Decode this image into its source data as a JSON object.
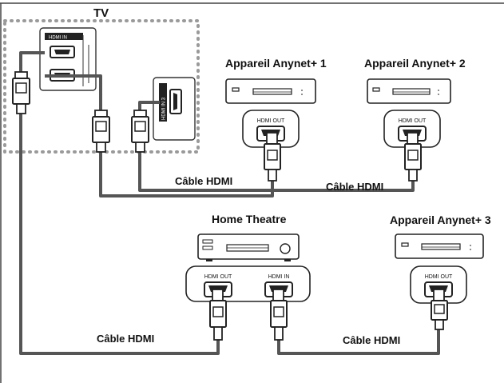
{
  "diagram": {
    "tv_label": "TV",
    "tv_port_hdmi_in": "HDMI IN",
    "tv_port_hdmi_in3": "HDMI IN 3",
    "device1_label": "Appareil Anynet+ 1",
    "device2_label": "Appareil Anynet+ 2",
    "device3_label": "Appareil Anynet+ 3",
    "home_theatre_label": "Home Theatre",
    "port_hdmi_out": "HDMI OUT",
    "port_hdmi_in": "HDMI IN",
    "cable_label": "Câble HDMI"
  },
  "colors": {
    "cable": "#555555",
    "frame": "#444444",
    "dotted_border": "#9a9a9a"
  }
}
